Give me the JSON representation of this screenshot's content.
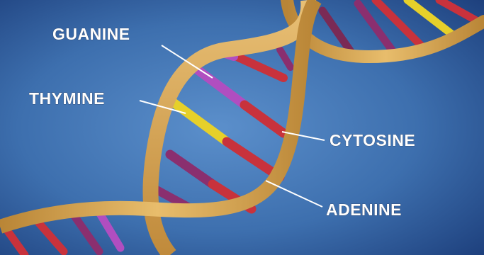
{
  "labels": {
    "guanine": "GUANINE",
    "thymine": "THYMINE",
    "cytosine": "CYTOSINE",
    "adenine": "ADENINE"
  },
  "colors": {
    "background_center": "#4a7fbd",
    "background_edge": "#1a3a74",
    "backbone": "#d9a857",
    "backbone_shadow": "#a8752e",
    "guanine": "#b04ec0",
    "thymine": "#e6d02a",
    "cytosine": "#c8323c",
    "adenine": "#8a2f6f",
    "leader_line": "#ffffff"
  }
}
